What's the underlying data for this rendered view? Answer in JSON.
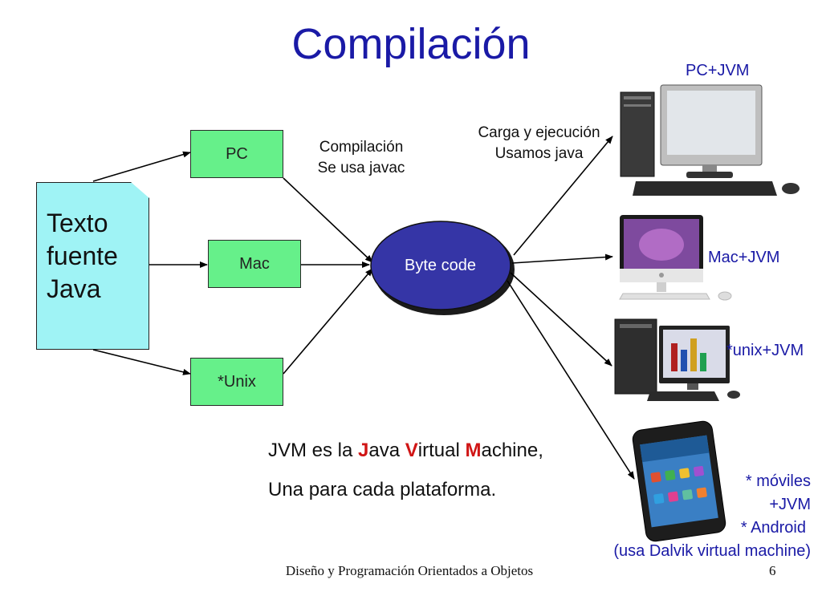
{
  "title": "Compilación",
  "source": {
    "lines": [
      "Texto",
      "fuente",
      "Java"
    ]
  },
  "platforms": {
    "pc": "PC",
    "mac": "Mac",
    "unix": "*Unix"
  },
  "compile_note": {
    "line1": "Compilación",
    "line2": "Se usa javac"
  },
  "byte_code": "Byte code",
  "load_note": {
    "line1": "Carga y ejecución",
    "line2": "Usamos java"
  },
  "targets": {
    "pc_jvm": "PC+JVM",
    "mac_jvm": "Mac+JVM",
    "unix_jvm": "*unix+JVM",
    "mobile": [
      "* móviles",
      "+JVM",
      "* Android",
      "(usa Dalvik virtual machine)"
    ]
  },
  "jvm_text": {
    "line1": {
      "a": "JVM es la ",
      "b": "J",
      "c": "ava ",
      "d": "V",
      "e": "irtual ",
      "f": "M",
      "g": "achine,"
    },
    "line2": "Una para cada plataforma."
  },
  "footer": "Diseño y Programación Orientados a Objetos",
  "page_number": "6",
  "colors": {
    "title": "#1a1aa6",
    "doc": "#9ff3f5",
    "platform": "#66f08a",
    "ellipse": "#3535a6",
    "highlight": "#d01515"
  }
}
